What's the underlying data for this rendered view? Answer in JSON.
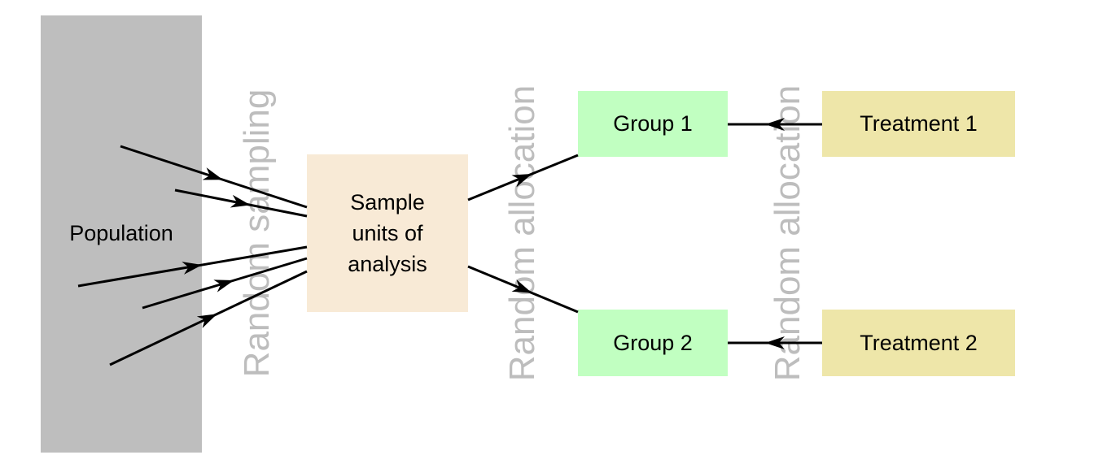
{
  "colors": {
    "population": "#bebebe",
    "sample": "#f8ead6",
    "group": "#c1ffc1",
    "treatment": "#eee6a9",
    "label_gray": "#bdbdbd",
    "arrow": "#000000"
  },
  "nodes": {
    "population": "Population",
    "sample": "Sample\nunits of\nanalysis",
    "group1": "Group 1",
    "group2": "Group 2",
    "treatment1": "Treatment 1",
    "treatment2": "Treatment 2"
  },
  "labels": {
    "random_sampling": "Random sampling",
    "random_allocation_1": "Random allocation",
    "random_allocation_2": "Random allocation"
  },
  "edges": [
    {
      "from": "population",
      "to": "sample"
    },
    {
      "from": "population",
      "to": "sample"
    },
    {
      "from": "population",
      "to": "sample"
    },
    {
      "from": "population",
      "to": "sample"
    },
    {
      "from": "population",
      "to": "sample"
    },
    {
      "from": "sample",
      "to": "group1"
    },
    {
      "from": "sample",
      "to": "group2"
    },
    {
      "from": "treatment1",
      "to": "group1"
    },
    {
      "from": "treatment2",
      "to": "group2"
    }
  ]
}
